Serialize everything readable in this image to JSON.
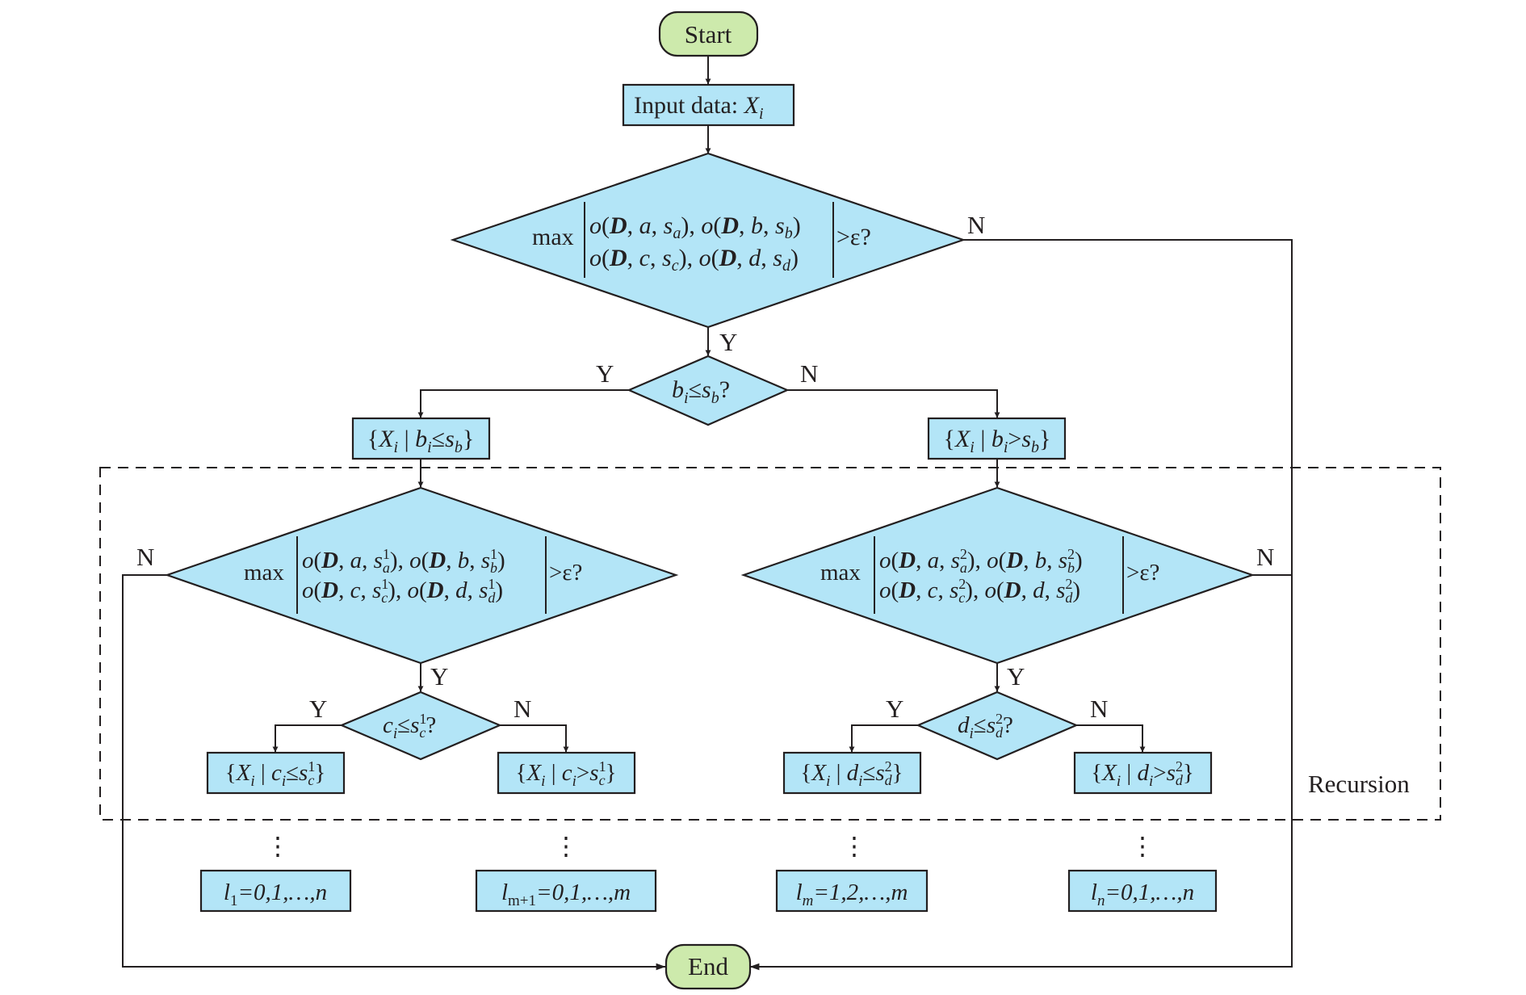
{
  "terminals": {
    "start": "Start",
    "end": "End"
  },
  "input_box": {
    "prefix": "Input data: ",
    "var": "X",
    "sub": "i"
  },
  "labels": {
    "yes": "Y",
    "no": "N",
    "recursion": "Recursion"
  },
  "ellipsis": "⋮",
  "words": {
    "max": "max",
    "cond_tail": ">ε?"
  },
  "leaves": {
    "l1": {
      "sym": "l",
      "sub": "1",
      "rest": "=0,1,…,n"
    },
    "lm1": {
      "sym": "l",
      "sub": "m+1",
      "rest": "=0,1,…,m"
    },
    "lm": {
      "sym": "l",
      "sub": "m",
      "rest": "=1,2,…,m"
    },
    "ln": {
      "sym": "l",
      "sub": "n",
      "rest": "=0,1,…,n"
    }
  }
}
